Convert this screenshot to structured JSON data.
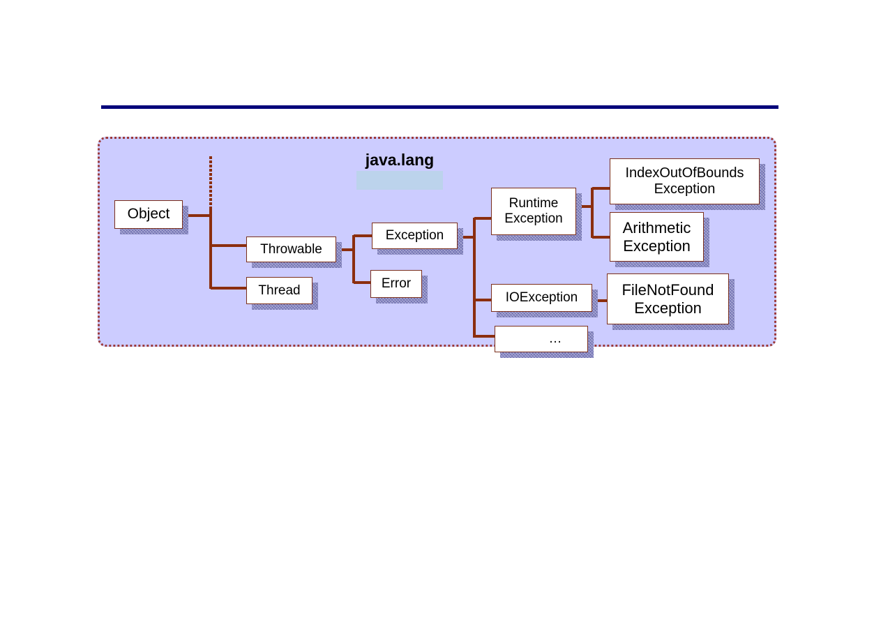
{
  "package": {
    "name": "java.lang"
  },
  "colors": {
    "title_rule": "#00007a",
    "panel_fill": "#ccccff",
    "panel_border": "#9c3a3a",
    "connector": "#8b2e0e",
    "node_border": "#7a2e1a",
    "node_shadow": "#8a8ac4"
  },
  "classes": {
    "object": {
      "lines": [
        "Object"
      ]
    },
    "throwable": {
      "lines": [
        "Throwable"
      ]
    },
    "thread": {
      "lines": [
        "Thread"
      ]
    },
    "exception": {
      "lines": [
        "Exception"
      ]
    },
    "error": {
      "lines": [
        "Error"
      ]
    },
    "runtime_exception": {
      "lines": [
        "Runtime",
        "Exception"
      ]
    },
    "io_exception": {
      "lines": [
        "IOException"
      ]
    },
    "more": {
      "lines": [
        "…"
      ]
    },
    "index_out_of_bounds_exception": {
      "lines": [
        "IndexOutOfBounds",
        "Exception"
      ]
    },
    "arithmetic_exception": {
      "lines": [
        "Arithmetic",
        "Exception"
      ]
    },
    "file_not_found_exception": {
      "lines": [
        "FileNotFound",
        "Exception"
      ]
    }
  }
}
